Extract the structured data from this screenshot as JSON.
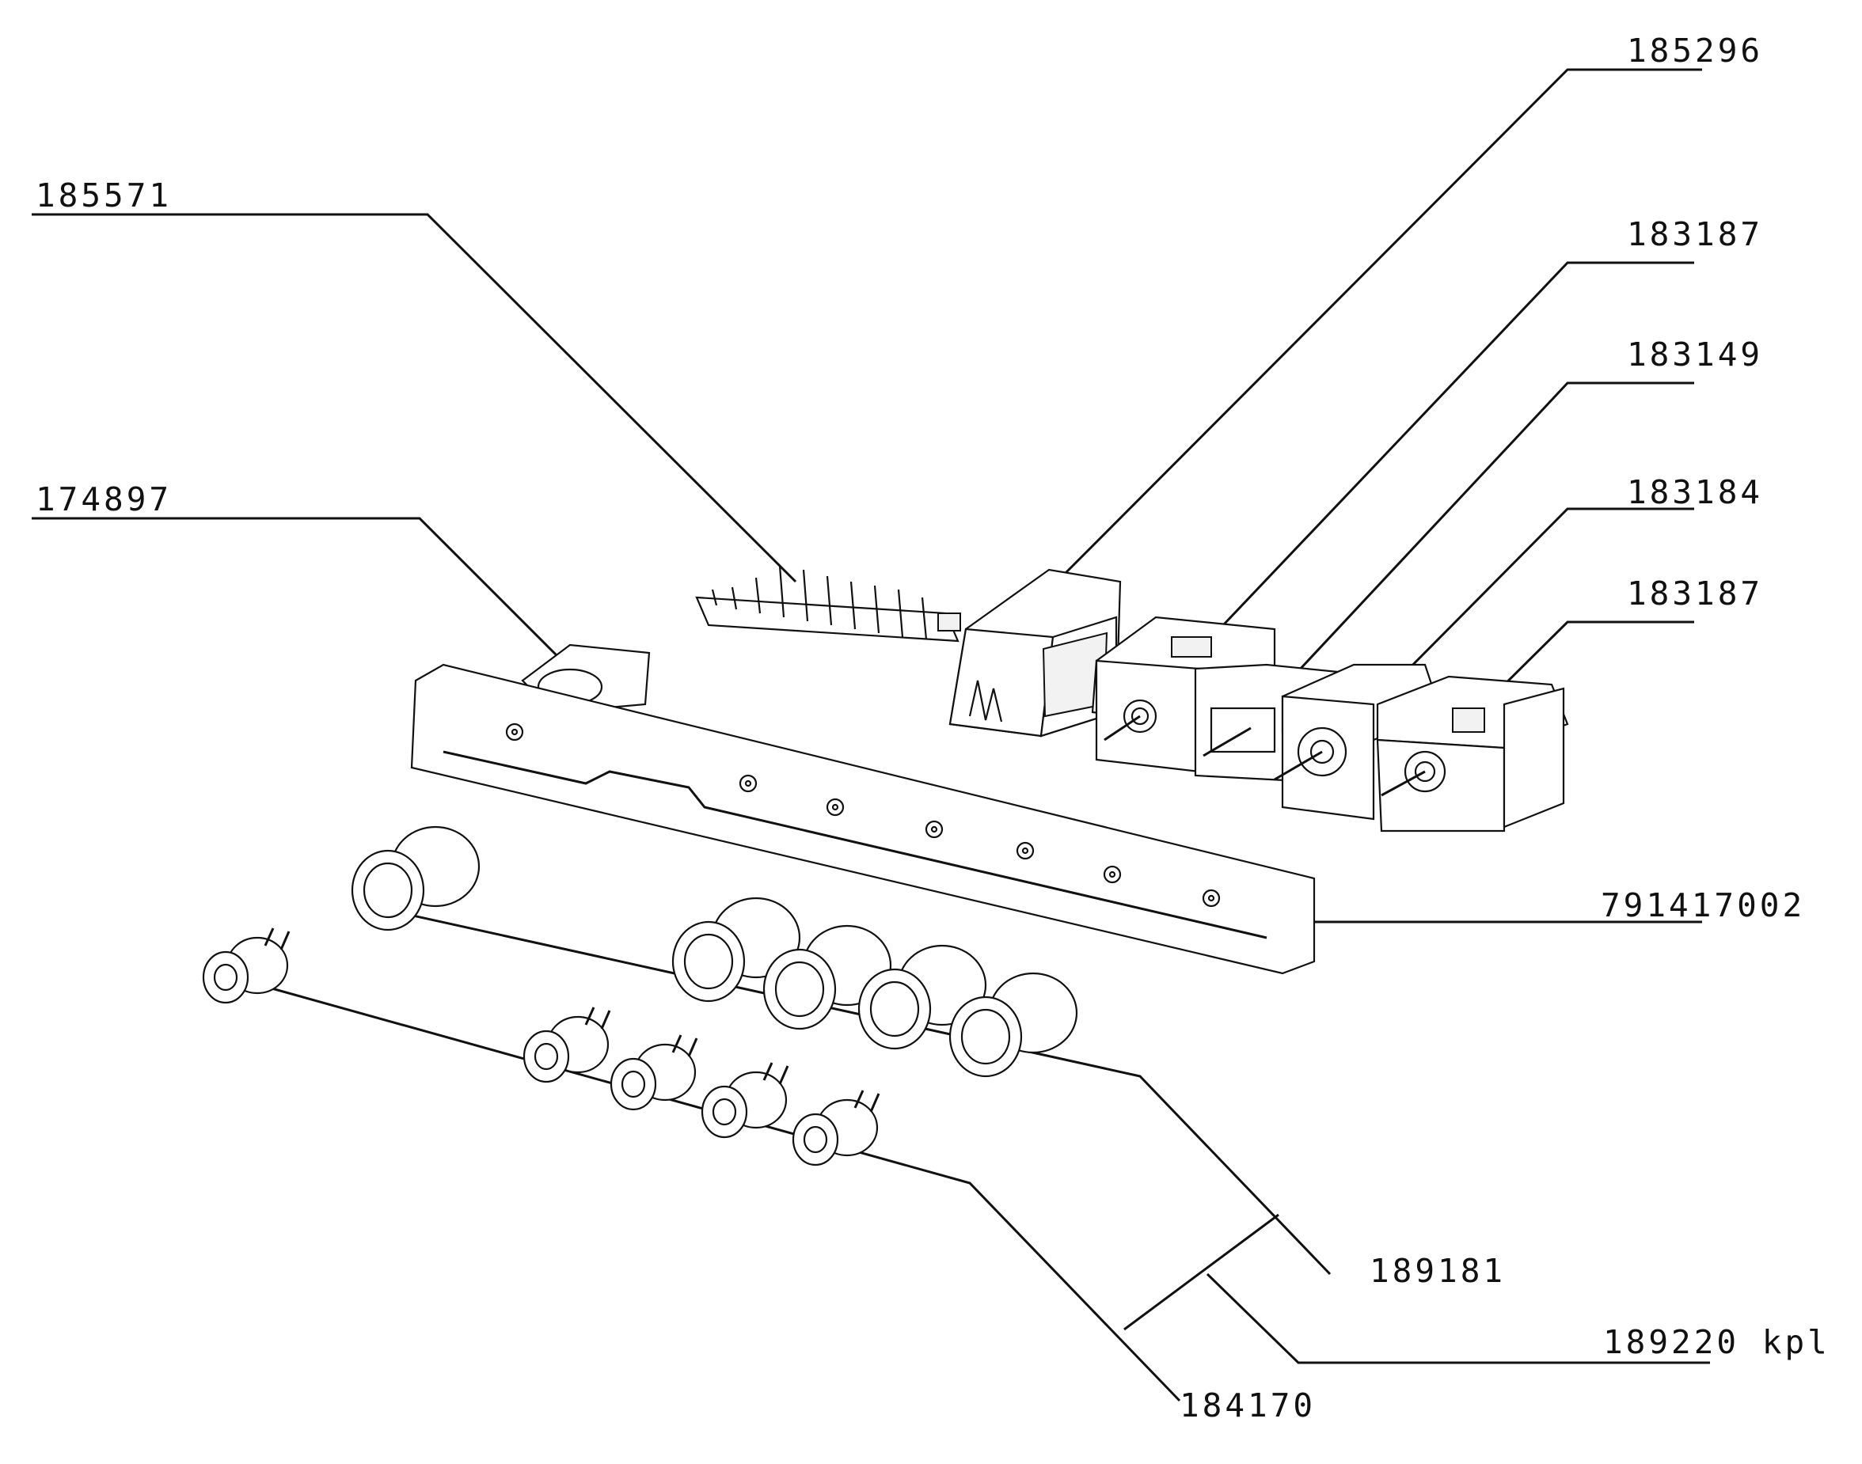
{
  "diagram": {
    "labels": {
      "p185296": "185296",
      "p185571": "185571",
      "p183187a": "183187",
      "p183149": "183149",
      "p174897": "174897",
      "p183184": "183184",
      "p183187b": "183187",
      "p791417002": "791417002",
      "p189181": "189181",
      "p189220": "189220 kpl",
      "p184170": "184170"
    }
  }
}
